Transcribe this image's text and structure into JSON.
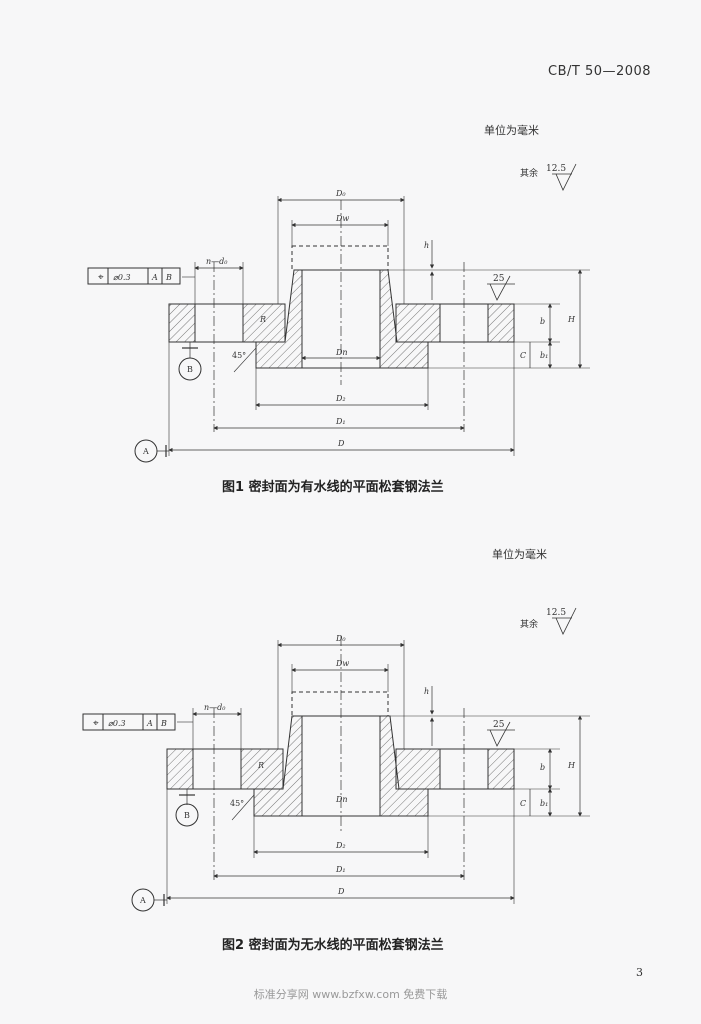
{
  "header": {
    "doc_number": "CB/T 50—2008"
  },
  "figure1": {
    "unit": "单位为毫米",
    "roughness_prefix": "其余",
    "roughness_value": "12.5",
    "face_roughness": "25",
    "tolerance": {
      "symbol": "⌖",
      "value": "⌀0.3",
      "datum1": "A",
      "datum2": "B"
    },
    "bolt_label": "n—d₀",
    "labels": {
      "D0": "D₀",
      "Dw": "Dw",
      "Dn": "Dn",
      "D2": "D₂",
      "D1": "D₁",
      "D": "D",
      "h": "h",
      "H": "H",
      "b": "b",
      "b1": "b₁",
      "C": "C",
      "R": "R",
      "angle": "45°",
      "datumA": "A",
      "datumB": "B"
    },
    "caption": "图1   密封面为有水线的平面松套钢法兰"
  },
  "figure2": {
    "unit": "单位为毫米",
    "roughness_prefix": "其余",
    "roughness_value": "12.5",
    "face_roughness": "25",
    "tolerance": {
      "symbol": "⌖",
      "value": "⌀0.3",
      "datum1": "A",
      "datum2": "B"
    },
    "bolt_label": "n—d₀",
    "labels": {
      "D0": "D₀",
      "Dw": "Dw",
      "Dn": "Dn",
      "D2": "D₂",
      "D1": "D₁",
      "D": "D",
      "h": "h",
      "H": "H",
      "b": "b",
      "b1": "b₁",
      "C": "C",
      "R": "R",
      "angle": "45°",
      "datumA": "A",
      "datumB": "B"
    },
    "caption": "图2   密封面为无水线的平面松套钢法兰"
  },
  "page_number": "3",
  "footer": "标准分享网 www.bzfxw.com 免费下载"
}
